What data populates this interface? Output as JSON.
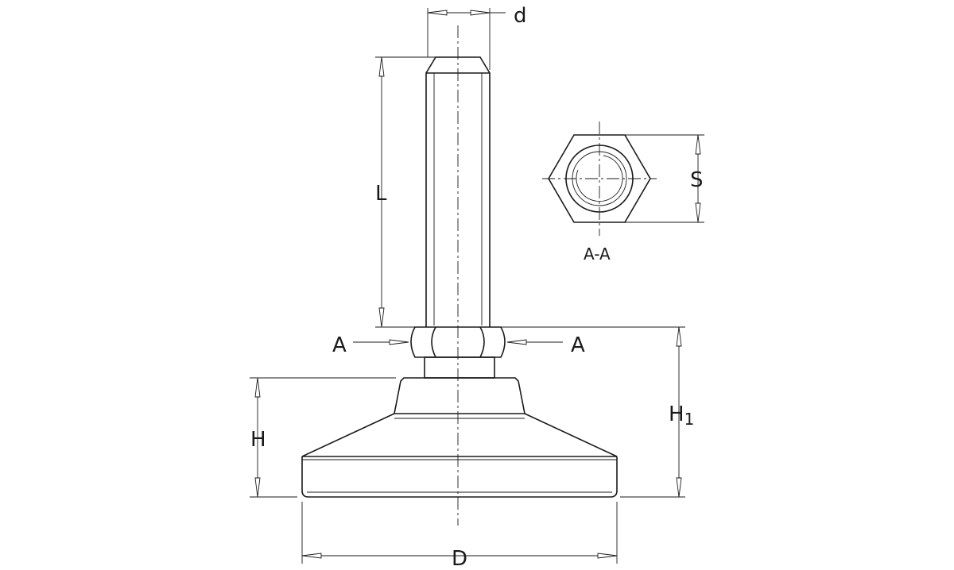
{
  "labels": {
    "d": "d",
    "L": "L",
    "S": "S",
    "section_aa": "A-A",
    "section_left": "A",
    "section_right": "A",
    "H": "H",
    "H1_main": "H",
    "H1_sub": "1",
    "D": "D"
  },
  "colors": {
    "line": "#1a1a1a",
    "background": "#ffffff"
  }
}
